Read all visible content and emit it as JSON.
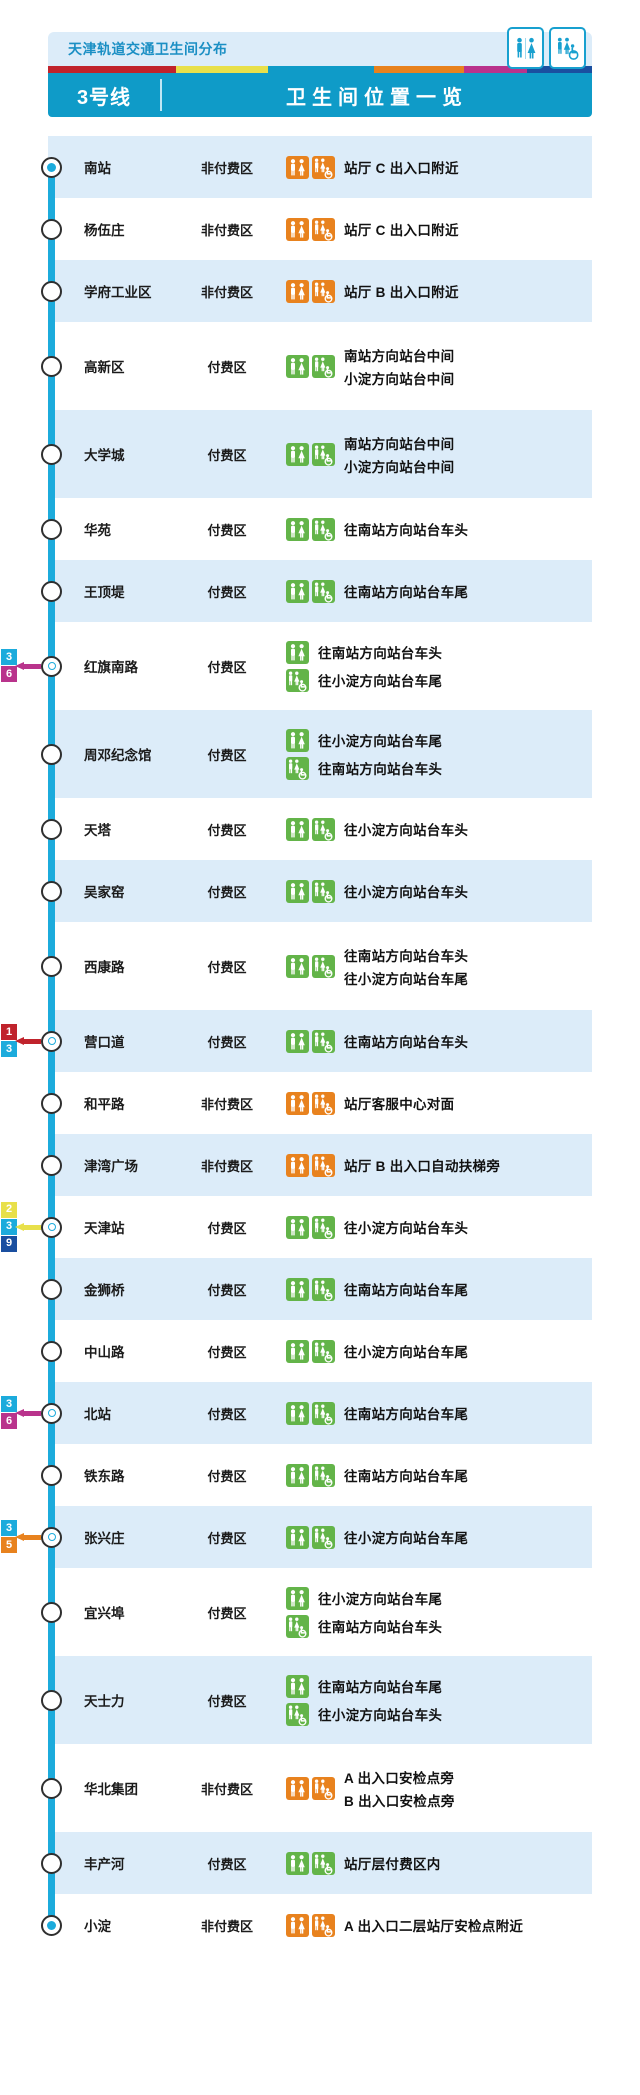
{
  "header": {
    "title": "天津轨道交通卫生间分布",
    "line_name": "3号线",
    "table_title": "卫生间位置一览",
    "icons": [
      "restroom-icon",
      "accessible-restroom-icon"
    ],
    "colorbar": [
      "#c0232c",
      "#e8e04a",
      "#0f9bc8",
      "#e8821e",
      "#b9338c",
      "#1a4fa0"
    ]
  },
  "colors": {
    "line3": "#1cabdc",
    "paid_icon": "#63b449",
    "unpaid_icon": "#e8821e",
    "row_alt": "#dcecf9",
    "band": "#0f9bc8",
    "line1": "#c0232c",
    "line2": "#e8e04a",
    "line5": "#e8821e",
    "line6": "#b9338c",
    "line9": "#1a4fa0"
  },
  "fare": {
    "paid": "付费区",
    "unpaid": "非付费区"
  },
  "stations": [
    {
      "name": "南站",
      "fare": "非付费区",
      "icon": "orange",
      "marker": "terminus",
      "locations": [
        "站厅 C 出入口附近"
      ],
      "transfers": []
    },
    {
      "name": "杨伍庄",
      "fare": "非付费区",
      "icon": "orange",
      "marker": "plain",
      "locations": [
        "站厅 C 出入口附近"
      ],
      "transfers": []
    },
    {
      "name": "学府工业区",
      "fare": "非付费区",
      "icon": "orange",
      "marker": "plain",
      "locations": [
        "站厅 B 出入口附近"
      ],
      "transfers": []
    },
    {
      "name": "高新区",
      "fare": "付费区",
      "icon": "green",
      "marker": "plain",
      "locations": [
        "南站方向站台中间",
        "小淀方向站台中间"
      ],
      "transfers": []
    },
    {
      "name": "大学城",
      "fare": "付费区",
      "icon": "green",
      "marker": "plain",
      "locations": [
        "南站方向站台中间",
        "小淀方向站台中间"
      ],
      "transfers": []
    },
    {
      "name": "华苑",
      "fare": "付费区",
      "icon": "green",
      "marker": "plain",
      "locations": [
        "往南站方向站台车头"
      ],
      "transfers": []
    },
    {
      "name": "王顶堤",
      "fare": "付费区",
      "icon": "green",
      "marker": "plain",
      "locations": [
        "往南站方向站台车尾"
      ],
      "transfers": []
    },
    {
      "name": "红旗南路",
      "fare": "付费区",
      "icon": "green",
      "marker": "xfer",
      "locations": [
        "往南站方向站台车头",
        "往小淀方向站台车尾"
      ],
      "transfers": [
        {
          "label": "3",
          "color": "#1cabdc"
        },
        {
          "label": "6",
          "color": "#b9338c"
        }
      ],
      "arrow_color": "#b9338c"
    },
    {
      "name": "周邓纪念馆",
      "fare": "付费区",
      "icon": "green",
      "marker": "plain",
      "locations": [
        "往小淀方向站台车尾",
        "往南站方向站台车头"
      ],
      "transfers": []
    },
    {
      "name": "天塔",
      "fare": "付费区",
      "icon": "green",
      "marker": "plain",
      "locations": [
        "往小淀方向站台车头"
      ],
      "transfers": []
    },
    {
      "name": "吴家窑",
      "fare": "付费区",
      "icon": "green",
      "marker": "plain",
      "locations": [
        "往小淀方向站台车头"
      ],
      "transfers": []
    },
    {
      "name": "西康路",
      "fare": "付费区",
      "icon": "green",
      "marker": "plain",
      "locations": [
        "往南站方向站台车头",
        "往小淀方向站台车尾"
      ],
      "transfers": []
    },
    {
      "name": "营口道",
      "fare": "付费区",
      "icon": "green",
      "marker": "xfer",
      "locations": [
        "往南站方向站台车头"
      ],
      "transfers": [
        {
          "label": "1",
          "color": "#c0232c"
        },
        {
          "label": "3",
          "color": "#1cabdc"
        }
      ],
      "arrow_color": "#c0232c"
    },
    {
      "name": "和平路",
      "fare": "非付费区",
      "icon": "orange",
      "marker": "plain",
      "locations": [
        "站厅客服中心对面"
      ],
      "transfers": []
    },
    {
      "name": "津湾广场",
      "fare": "非付费区",
      "icon": "orange",
      "marker": "plain",
      "locations": [
        "站厅 B 出入口自动扶梯旁"
      ],
      "transfers": []
    },
    {
      "name": "天津站",
      "fare": "付费区",
      "icon": "green",
      "marker": "xfer",
      "locations": [
        "往小淀方向站台车头"
      ],
      "transfers": [
        {
          "label": "2",
          "color": "#e8e04a"
        },
        {
          "label": "3",
          "color": "#1cabdc"
        },
        {
          "label": "9",
          "color": "#1a4fa0"
        }
      ],
      "arrow_color": "#e8e04a"
    },
    {
      "name": "金狮桥",
      "fare": "付费区",
      "icon": "green",
      "marker": "plain",
      "locations": [
        "往南站方向站台车尾"
      ],
      "transfers": []
    },
    {
      "name": "中山路",
      "fare": "付费区",
      "icon": "green",
      "marker": "plain",
      "locations": [
        "往小淀方向站台车尾"
      ],
      "transfers": []
    },
    {
      "name": "北站",
      "fare": "付费区",
      "icon": "green",
      "marker": "xfer",
      "locations": [
        "往南站方向站台车尾"
      ],
      "transfers": [
        {
          "label": "3",
          "color": "#1cabdc"
        },
        {
          "label": "6",
          "color": "#b9338c"
        }
      ],
      "arrow_color": "#b9338c"
    },
    {
      "name": "铁东路",
      "fare": "付费区",
      "icon": "green",
      "marker": "plain",
      "locations": [
        "往南站方向站台车尾"
      ],
      "transfers": []
    },
    {
      "name": "张兴庄",
      "fare": "付费区",
      "icon": "green",
      "marker": "xfer",
      "locations": [
        "往小淀方向站台车尾"
      ],
      "transfers": [
        {
          "label": "3",
          "color": "#1cabdc"
        },
        {
          "label": "5",
          "color": "#e8821e"
        }
      ],
      "arrow_color": "#e8821e"
    },
    {
      "name": "宜兴埠",
      "fare": "付费区",
      "icon": "green",
      "marker": "plain",
      "locations": [
        "往小淀方向站台车尾",
        "往南站方向站台车头"
      ],
      "transfers": []
    },
    {
      "name": "天士力",
      "fare": "付费区",
      "icon": "green",
      "marker": "plain",
      "locations": [
        "往南站方向站台车尾",
        "往小淀方向站台车头"
      ],
      "transfers": []
    },
    {
      "name": "华北集团",
      "fare": "非付费区",
      "icon": "orange",
      "marker": "plain",
      "locations": [
        "A 出入口安检点旁",
        "B 出入口安检点旁"
      ],
      "transfers": []
    },
    {
      "name": "丰产河",
      "fare": "付费区",
      "icon": "green",
      "marker": "plain",
      "locations": [
        "站厅层付费区内"
      ],
      "transfers": []
    },
    {
      "name": "小淀",
      "fare": "非付费区",
      "icon": "orange",
      "marker": "terminus",
      "locations": [
        "A 出入口二层站厅安检点附近"
      ],
      "transfers": []
    }
  ]
}
